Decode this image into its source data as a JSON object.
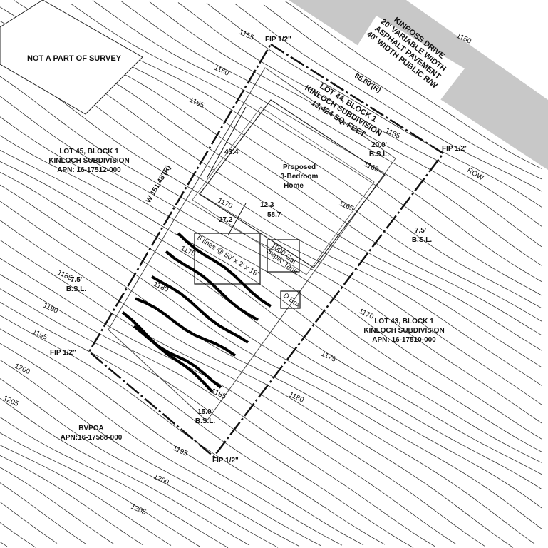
{
  "road": {
    "line1": "KINROSS DRIVE",
    "line2": "20' VARIABLE WIDTH",
    "line3": "ASPHALT PAVEMENT",
    "line4": "40' WIDTH PUBLIC R/W",
    "row": "ROW"
  },
  "not_part": "NOT A PART OF SURVEY",
  "lot44": {
    "line1": "LOT 44, BLOCK 1",
    "line2": "KINLOCH SUBDIVISION",
    "line3": "12,424 SQ. FEET"
  },
  "lot45": {
    "line1": "LOT 45, BLOCK 1",
    "line2": "KINLOCH SUBDIVISION",
    "line3": "APN: 16-17512-000"
  },
  "lot43": {
    "line1": "LOT 43, BLOCK 1",
    "line2": "KINLOCH SUBDIVISION",
    "line3": "APN: 16-17510-000"
  },
  "bvpoa": {
    "line1": "BVPOA",
    "line2": "APN:16-17588-000"
  },
  "fip": [
    "FIP 1/2\"",
    "FIP 1/2\"",
    "FIP 1/2\"",
    "FIP 1/2\""
  ],
  "dims": {
    "front": "85.00'(R)",
    "side": "W 151.48'(R)",
    "d1": "43.4",
    "d2": "12.3",
    "d3": "27.2",
    "d4": "58.7"
  },
  "bsl": {
    "front": "20.0'",
    "rside": "7.5'",
    "lside": "7.5'",
    "rear": "15.0'",
    "label": "B.S.L."
  },
  "home": {
    "line1": "Proposed",
    "line2": "3-Bedroom",
    "line3": "Home"
  },
  "leach": "6 lines @ 50' x 2' x 18\"",
  "septic": {
    "line1": "1000 Gal",
    "line2": "Septic Tank"
  },
  "dbox": "D Box",
  "contours": [
    "1150",
    "1155",
    "1160",
    "1165",
    "1155",
    "1160",
    "1165",
    "1170",
    "1175",
    "1180",
    "1185",
    "1190",
    "1195",
    "1200",
    "1205",
    "1170",
    "1175",
    "1180",
    "1185",
    "1195",
    "1200",
    "1205"
  ]
}
